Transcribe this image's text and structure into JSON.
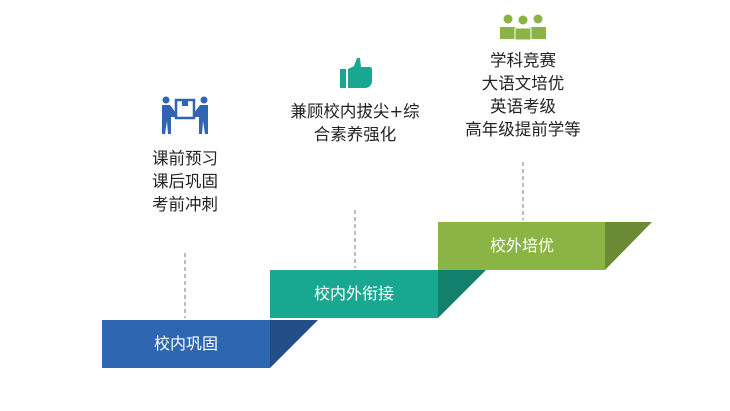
{
  "colors": {
    "blue": "#2e66b1",
    "blue_dark": "#234d86",
    "teal": "#18a891",
    "teal_dark": "#137f6d",
    "green": "#8ab443",
    "green_dark": "#6a8a33",
    "dash": "#999999"
  },
  "steps": [
    {
      "label": "校内巩固",
      "icon": "people-carrying-box-icon",
      "lines": [
        "课前预习",
        "课后巩固",
        "考前冲刺"
      ]
    },
    {
      "label": "校内外衔接",
      "icon": "thumbs-up-icon",
      "lines": [
        "兼顾校内拔尖+综",
        "合素养强化"
      ]
    },
    {
      "label": "校外培优",
      "icon": "group-people-icon",
      "lines": [
        "学科竞赛",
        "大语文培优",
        "英语考级",
        "高年级提前学等"
      ]
    }
  ]
}
